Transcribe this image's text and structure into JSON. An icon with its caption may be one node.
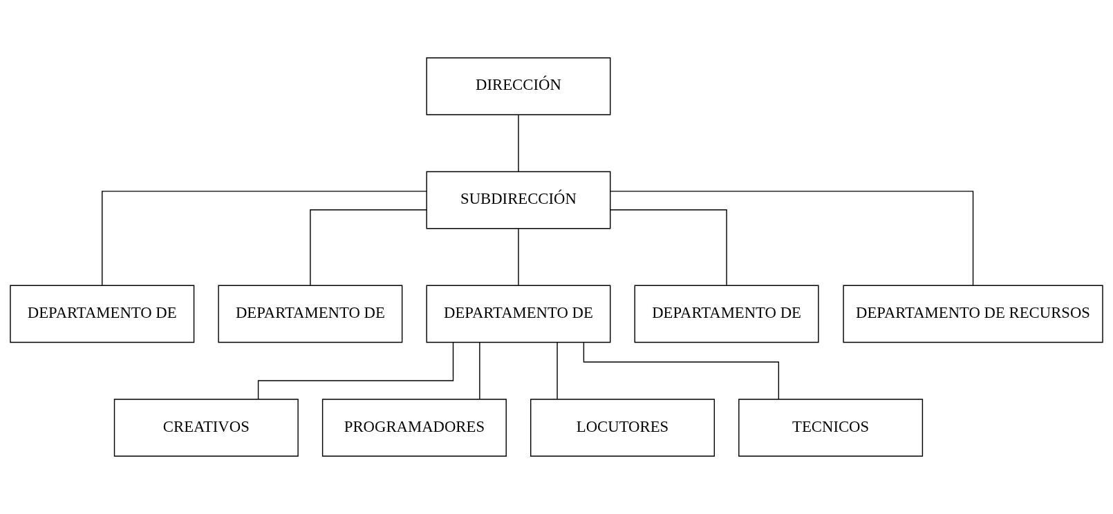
{
  "diagram": {
    "nodes": [
      {
        "text": [
          "DIRECCIÓN"
        ]
      },
      {
        "text": [
          "SUBDIRECCIÓN"
        ]
      },
      {
        "text": [
          "DEPARTAMENTO DE"
        ]
      },
      {
        "text": [
          "DEPARTAMENTO DE"
        ]
      },
      {
        "text": [
          "DEPARTAMENTO DE"
        ]
      },
      {
        "text": [
          "DEPARTAMENTO DE"
        ]
      },
      {
        "text": [
          "DEPARTAMENTO DE RECURSOS"
        ]
      },
      {
        "text": [
          "CREATIVOS"
        ]
      },
      {
        "text": [
          "PROGRAMADORES"
        ]
      },
      {
        "text": [
          "LOCUTORES"
        ]
      },
      {
        "text": [
          "TECNICOS"
        ]
      }
    ],
    "edges": [
      {
        "from": 0,
        "to": 1,
        "arrow": "none"
      },
      {
        "from": 1,
        "to": 2,
        "arrow": "none"
      },
      {
        "from": 1,
        "to": 3,
        "arrow": "none"
      },
      {
        "from": 1,
        "to": 4,
        "arrow": "none"
      },
      {
        "from": 1,
        "to": 5,
        "arrow": "none"
      },
      {
        "from": 1,
        "to": 6,
        "arrow": "none"
      },
      {
        "from": 4,
        "to": 7,
        "arrow": "none"
      },
      {
        "from": 4,
        "to": 8,
        "arrow": "none"
      },
      {
        "from": 4,
        "to": 9,
        "arrow": "none"
      },
      {
        "from": 4,
        "to": 10,
        "arrow": "none"
      }
    ]
  }
}
